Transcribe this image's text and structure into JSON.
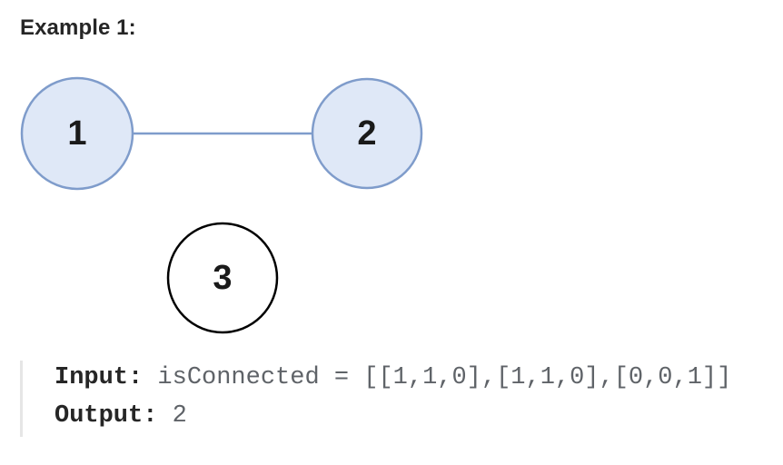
{
  "heading": "Example 1:",
  "graph": {
    "nodes": [
      {
        "id": "1",
        "label": "1",
        "highlighted": true
      },
      {
        "id": "2",
        "label": "2",
        "highlighted": true
      },
      {
        "id": "3",
        "label": "3",
        "highlighted": false
      }
    ],
    "edges": [
      {
        "from": "1",
        "to": "2"
      }
    ],
    "colors": {
      "highlight_fill": "#dfe8f7",
      "highlight_stroke": "#7f9ccb",
      "plain_fill": "#ffffff",
      "plain_stroke": "#000000",
      "edge": "#7f9ccb"
    }
  },
  "example": {
    "input_label": "Input:",
    "input_value": " isConnected = [[1,1,0],[1,1,0],[0,0,1]]",
    "output_label": "Output:",
    "output_value": " 2"
  }
}
